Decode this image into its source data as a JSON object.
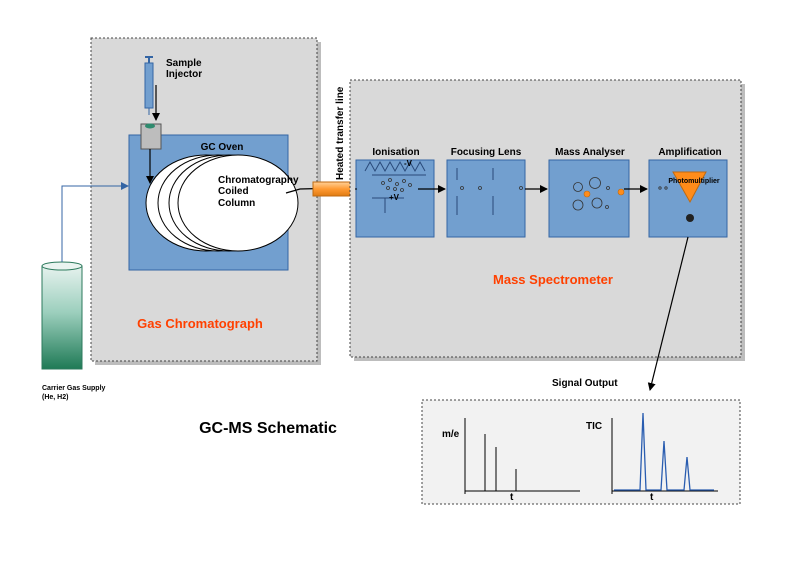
{
  "title": "GC-MS Schematic",
  "gc": {
    "label": "Gas Chromatograph",
    "oven_label": "GC Oven",
    "column_label": [
      "Chromatography",
      "Coiled",
      "Column"
    ],
    "injector_label": [
      "Sample",
      "Injector"
    ]
  },
  "carrier_gas": {
    "label": [
      "Carrier Gas Supply",
      "(He, H2)"
    ]
  },
  "transfer_line_label": "Heated transfer line",
  "ms": {
    "label": "Mass Spectrometer",
    "stages": [
      "Ionisation",
      "Focusing Lens",
      "Mass Analyser",
      "Amplification"
    ],
    "ion_minus": "-V",
    "ion_plus": "+V",
    "photomultiplier_label": "Photomultiplier"
  },
  "signal": {
    "label": "Signal Output",
    "plot1": {
      "ylabel": "m/e",
      "xlabel": "t"
    },
    "plot2": {
      "ylabel": "TIC",
      "xlabel": "t"
    }
  },
  "colors": {
    "panel": "#d9d9d9",
    "blue_box": "#729fcf",
    "blue_border": "#3465a4",
    "accent": "#ff4000",
    "orange": "#ff8c1a",
    "tic_line": "#2a5db0"
  }
}
